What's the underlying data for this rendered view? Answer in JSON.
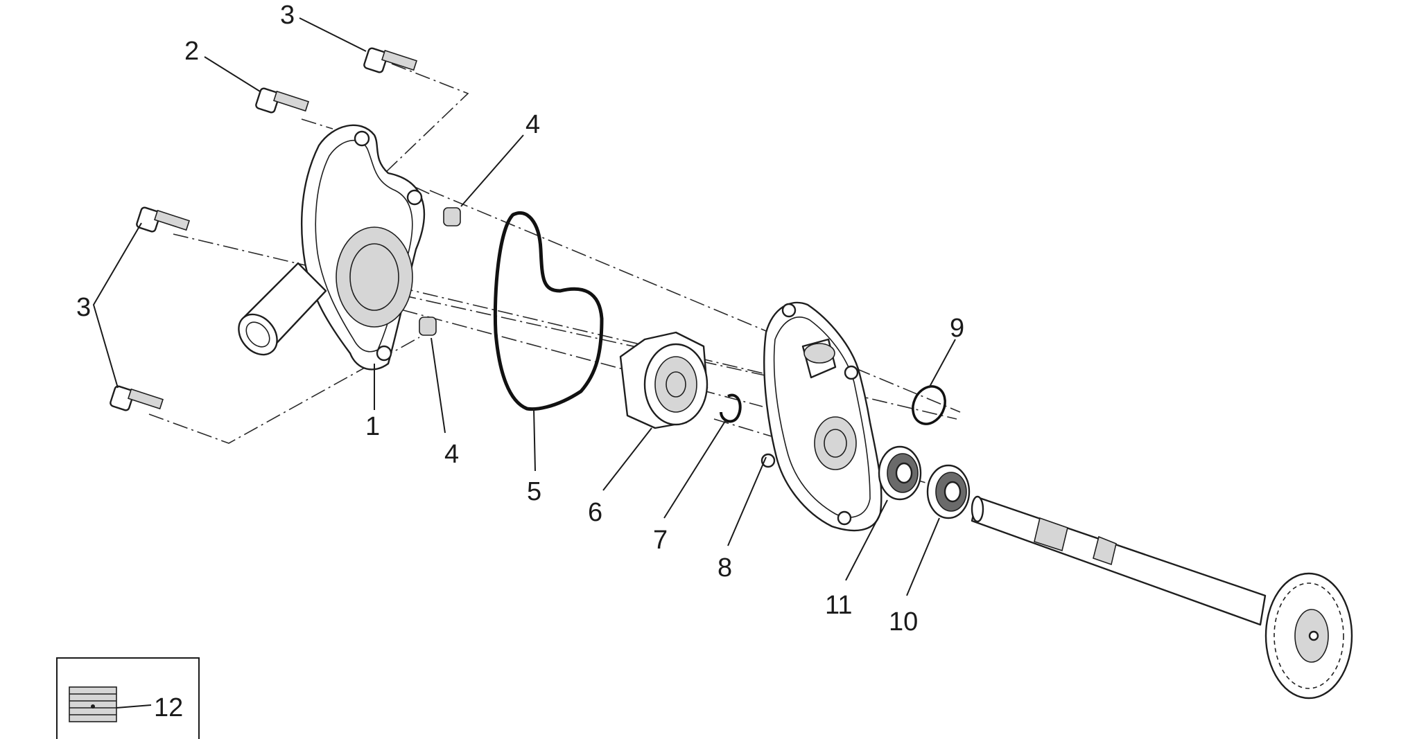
{
  "parts": [
    {
      "id": "part-1",
      "label": "1"
    },
    {
      "id": "part-2",
      "label": "2"
    },
    {
      "id": "part-3-top",
      "label": "3"
    },
    {
      "id": "part-3-left",
      "label": "3"
    },
    {
      "id": "part-4-top",
      "label": "4"
    },
    {
      "id": "part-4-bottom",
      "label": "4"
    },
    {
      "id": "part-5",
      "label": "5"
    },
    {
      "id": "part-6",
      "label": "6"
    },
    {
      "id": "part-7",
      "label": "7"
    },
    {
      "id": "part-8",
      "label": "8"
    },
    {
      "id": "part-9",
      "label": "9"
    },
    {
      "id": "part-10",
      "label": "10"
    },
    {
      "id": "part-11",
      "label": "11"
    },
    {
      "id": "part-12",
      "label": "12"
    }
  ],
  "colors": {
    "line": "#1e1e1e",
    "shade": "#d6d6d6",
    "background": "#ffffff"
  }
}
